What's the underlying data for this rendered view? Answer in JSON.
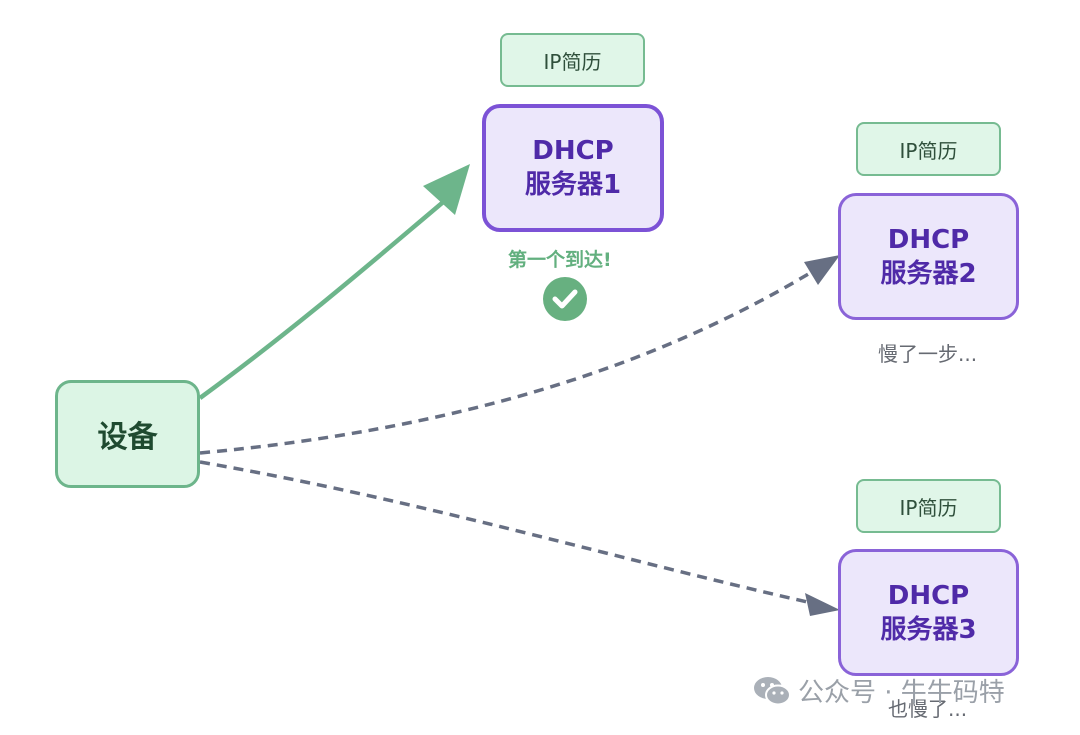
{
  "device": {
    "label": "设备"
  },
  "servers": [
    {
      "line1": "DHCP",
      "line2": "服务器1",
      "lease": "IP简历",
      "status": "第一个到达!"
    },
    {
      "line1": "DHCP",
      "line2": "服务器2",
      "lease": "IP简历",
      "status": "慢了一步..."
    },
    {
      "line1": "DHCP",
      "line2": "服务器3",
      "lease": "IP简历",
      "status": "也慢了..."
    }
  ],
  "watermark": {
    "text": "公众号 · 牛牛码特"
  },
  "icons": {
    "success": "check-circle-icon",
    "watermark": "wechat-icon"
  },
  "colors": {
    "device_fill": "#dcf5e5",
    "device_border": "#6db58b",
    "server_fill": "#ece7fb",
    "server_border": "#8a63d8",
    "server_text": "#4f2aa8",
    "winning_arrow": "#6db58b",
    "losing_arrow": "#676f83"
  }
}
